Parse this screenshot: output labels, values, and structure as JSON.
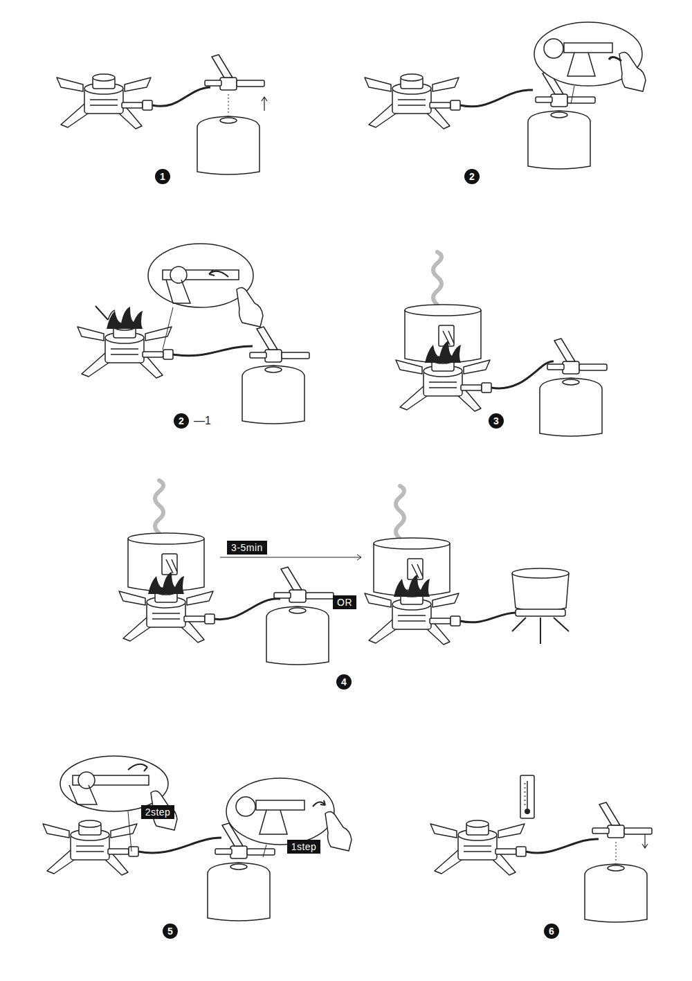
{
  "diagram": {
    "nodes": [
      {
        "text": [
          "1"
        ]
      },
      {
        "text": [
          "2"
        ]
      },
      {
        "text": [
          "2"
        ]
      },
      {
        "text": [
          "3"
        ]
      },
      {
        "text": [
          "3-5min"
        ]
      },
      {
        "text": [
          "OR"
        ]
      },
      {
        "text": [
          "4"
        ]
      },
      {
        "text": [
          "2step"
        ]
      },
      {
        "text": [
          "1step"
        ]
      },
      {
        "text": [
          "5"
        ]
      },
      {
        "text": [
          "6"
        ]
      }
    ],
    "labels": [
      "—1"
    ]
  }
}
